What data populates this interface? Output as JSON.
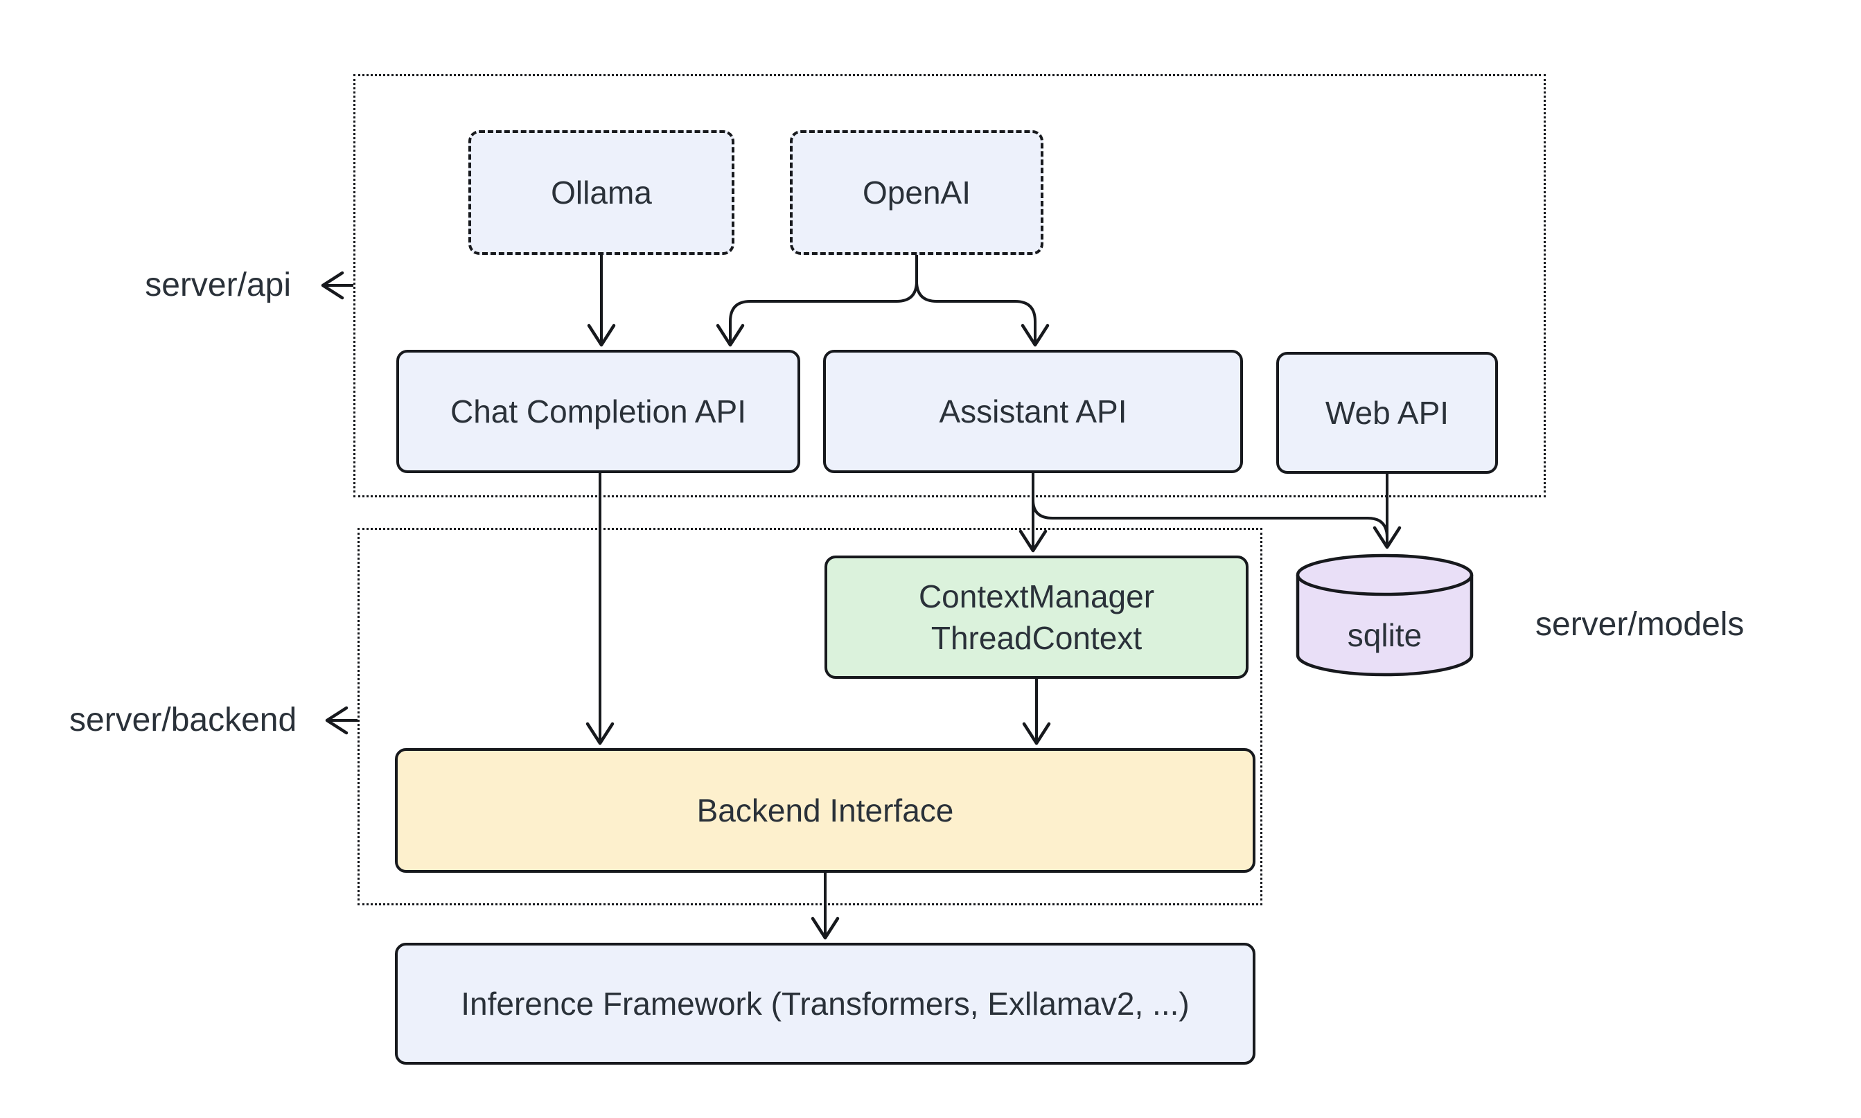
{
  "diagram": {
    "groups": {
      "api": {
        "label": "server/api"
      },
      "backend": {
        "label": "server/backend"
      },
      "models": {
        "label": "server/models"
      }
    },
    "nodes": {
      "ollama": {
        "label": "Ollama"
      },
      "openai": {
        "label": "OpenAI"
      },
      "chat_completion_api": {
        "label": "Chat Completion API"
      },
      "assistant_api": {
        "label": "Assistant API"
      },
      "web_api": {
        "label": "Web API"
      },
      "context_manager": {
        "line1": "ContextManager",
        "line2": "ThreadContext"
      },
      "sqlite": {
        "label": "sqlite"
      },
      "backend_interface": {
        "label": "Backend Interface"
      },
      "inference_framework": {
        "label": "Inference Framework (Transformers, Exllamav2, ...)"
      }
    },
    "edges": [
      {
        "from": "Ollama",
        "to": "Chat Completion API"
      },
      {
        "from": "OpenAI",
        "to": "Chat Completion API"
      },
      {
        "from": "OpenAI",
        "to": "Assistant API"
      },
      {
        "from": "Chat Completion API",
        "to": "Backend Interface"
      },
      {
        "from": "Assistant API",
        "to": "ContextManager ThreadContext"
      },
      {
        "from": "Assistant API",
        "to": "sqlite"
      },
      {
        "from": "Web API",
        "to": "sqlite"
      },
      {
        "from": "ContextManager ThreadContext",
        "to": "Backend Interface"
      },
      {
        "from": "Backend Interface",
        "to": "Inference Framework (Transformers, Exllamav2, ...)"
      }
    ],
    "colors": {
      "node_blue": "#edf1fb",
      "node_green": "#dbf2dc",
      "node_yellow": "#fdf0cd",
      "node_purple": "#e9dff7",
      "stroke": "#17191d",
      "text": "#2a3139"
    }
  }
}
